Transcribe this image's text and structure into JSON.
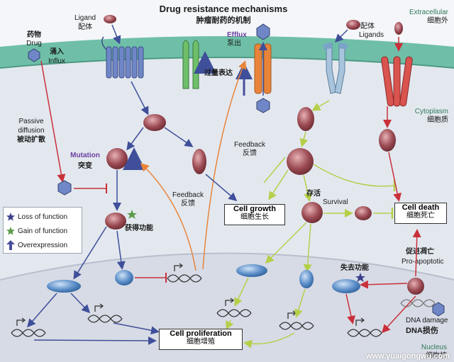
{
  "title": {
    "en": "Drug resistance mechanisms",
    "zh": "肿瘤耐药的机制"
  },
  "regions": {
    "extracellular": {
      "en": "Extracellular",
      "zh": "细胞外"
    },
    "cytoplasm": {
      "en": "Cytoplasm",
      "zh": "细胞质"
    },
    "nucleus": {
      "en": "Nucleus",
      "zh": "细胞核"
    }
  },
  "labels": {
    "drug": {
      "zh": "药物",
      "en": "Drug"
    },
    "influx": {
      "zh": "涌入",
      "en": "Influx"
    },
    "ligand_left": {
      "en": "Ligand",
      "zh": "配体"
    },
    "ligands_right": {
      "zh": "配体",
      "en": "Ligands"
    },
    "efflux": {
      "en": "Efflux",
      "zh": "泵出"
    },
    "overexpression_label": "过量表达",
    "passive_diffusion": {
      "en1": "Passive",
      "en2": "diffusion",
      "zh": "被动扩散"
    },
    "mutation": {
      "en": "Mutation",
      "zh": "突变"
    },
    "gain_function": "获得功能",
    "feedback_center": {
      "en": "Feedback",
      "zh": "反馈"
    },
    "feedback_top": {
      "en": "Feedback",
      "zh": "反馈"
    },
    "survival": {
      "zh": "存活",
      "en": "Survival"
    },
    "loss_function": "失去功能",
    "pro_apoptotic": {
      "zh": "促进凋亡",
      "en": "Pro-apoptotic"
    },
    "dna_damage": {
      "en": "DNA damage",
      "zh": "DNA损伤"
    }
  },
  "boxes": {
    "cell_growth": {
      "en": "Cell growth",
      "zh": "细胞生长"
    },
    "cell_death": {
      "en": "Cell death",
      "zh": "细胞死亡"
    },
    "cell_proliferation": {
      "en": "Cell proliferation",
      "zh": "细胞增殖"
    }
  },
  "legend": [
    {
      "icon": "star-icon",
      "color": "#3b3f8c",
      "label": "Loss of function"
    },
    {
      "icon": "star-icon",
      "color": "#5a9a4a",
      "label": "Gain of function"
    },
    {
      "icon": "up-arrow-icon",
      "color": "#4a4f9c",
      "label": "Overexpression"
    }
  ],
  "watermark": "www.yuaigongwu.com",
  "colors": {
    "membrane": "#6fbfa8",
    "cytoplasm": "#e3e8ef",
    "nucleus": "#d7dbe5",
    "protein": "#9b4a52",
    "receptor_blue": "#6f86c7",
    "receptor_green": "#6fbf6a",
    "receptor_red": "#d9534f",
    "arrow_blue": "#3f4f9a",
    "arrow_green": "#b5cf4a",
    "arrow_red": "#c9303a",
    "arrow_orange": "#e8843a",
    "nucleus_oval": "#5c8fc9"
  }
}
